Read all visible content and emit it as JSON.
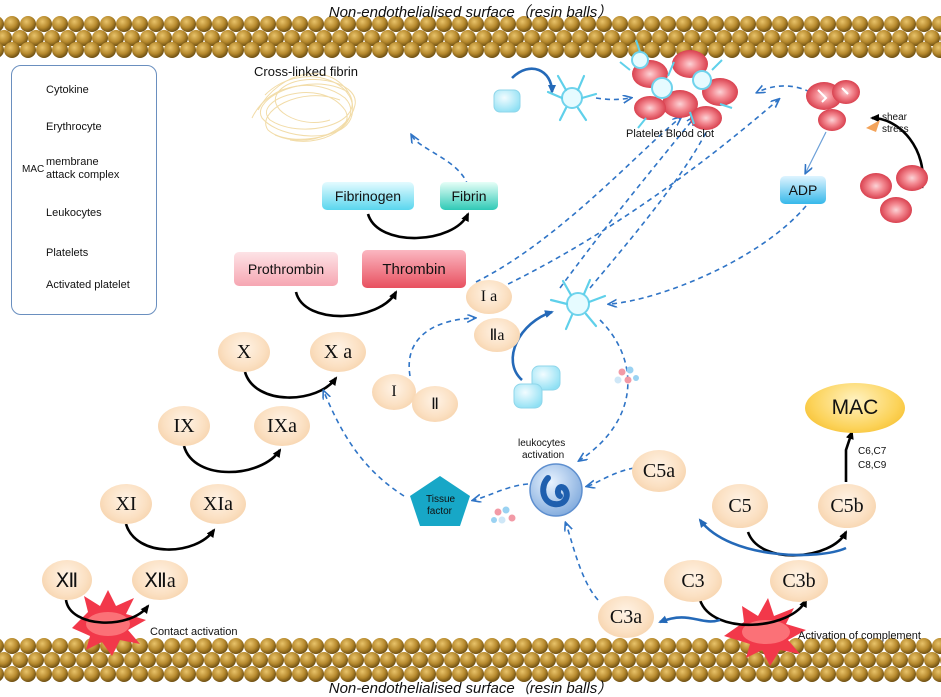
{
  "surface": {
    "top_label": "Non-endothelialised surface（resin balls）",
    "bottom_label": "Non-endothelialised surface（resin balls）"
  },
  "legend": {
    "cytokine": "Cytokine",
    "erythrocyte": "Erythrocyte",
    "mac_badge": "MAC",
    "mac_line1": "membrane",
    "mac_line2": "attack complex",
    "leukocytes": "Leukocytes",
    "platelets": "Platelets",
    "activated_platelet": "Activated platelet"
  },
  "coagulation": {
    "xii": "Ⅻ",
    "xiia": "Ⅻa",
    "xi": "XI",
    "xia": "XIa",
    "ix": "IX",
    "ixa": "IXa",
    "x": "X",
    "xa": "X a",
    "prothrombin": "Prothrombin",
    "thrombin": "Thrombin",
    "fibrinogen": "Fibrinogen",
    "fibrin": "Fibrin",
    "cross_linked_fibrin": "Cross-linked fibrin",
    "contact_activation": "Contact activation"
  },
  "platelet": {
    "i": "I",
    "ii": "Ⅱ",
    "ia": "I a",
    "iia": "Ⅱa",
    "blood_clot": "Platelet Blood clot",
    "adp": "ADP",
    "shear_line1": "shear",
    "shear_line2": "stress"
  },
  "immune": {
    "leuko_line1": "leukocytes",
    "leuko_line2": "activation",
    "tissue_line1": "Tissue",
    "tissue_line2": "factor",
    "c5a": "C5a",
    "c5": "C5",
    "c5b": "C5b",
    "c3": "C3",
    "c3b": "C3b",
    "c3a": "C3a",
    "mac": "MAC",
    "c67": "C6,C7",
    "c89": "C8,C9",
    "activation_complement": "Activation of  complement"
  }
}
